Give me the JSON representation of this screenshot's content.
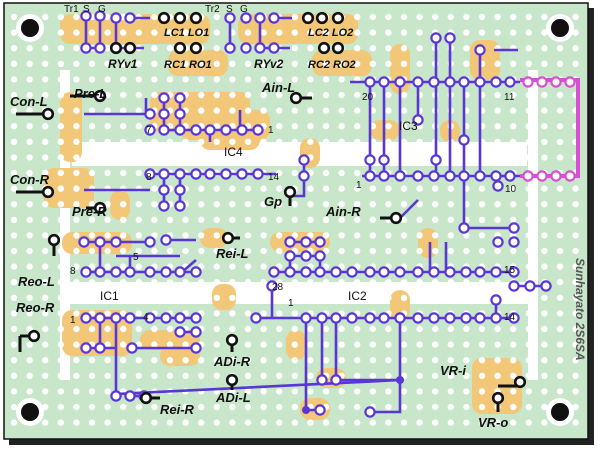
{
  "board": {
    "colors": {
      "pcb": "#c8e6c9",
      "hole": "#ffffff",
      "copper": "#f2c777",
      "trace": "#5a36d6",
      "magenta": "#d94fd2",
      "black": "#111111"
    },
    "credit": "Sunhayato 2S6SA",
    "pin_labels": {
      "tr1": "Tr1",
      "s1": "S",
      "g1": "G",
      "tr2": "Tr2",
      "s2": "S",
      "g2": "G",
      "n7": "7",
      "n1_ic4": "1",
      "n8_ic4": "8",
      "n14_ic4": "14",
      "n20": "20",
      "n11": "11",
      "n1_ic3": "1",
      "n10": "10",
      "n8_ic1": "8",
      "n5": "5",
      "n1_ic1": "1",
      "n4": "4",
      "n28": "28",
      "n15": "15",
      "n1_ic2": "1",
      "n14_ic2": "14"
    },
    "ic_labels": {
      "ic1": "IC1",
      "ic2": "IC2",
      "ic3": "IC3",
      "ic4": "IC4"
    },
    "labels": {
      "lc1lo1": "LC1 LO1",
      "lc2lo2": "LC2 LO2",
      "ryv1": "RYv1",
      "rc1ro1": "RC1 RO1",
      "ryv2": "RYv2",
      "rc2ro2": "RC2 RO2",
      "con_l": "Con-L",
      "pre_l": "Pre-L",
      "ain_l": "Ain-L",
      "con_r": "Con-R",
      "pre_r": "Pre-R",
      "gp": "Gp",
      "ain_r": "Ain-R",
      "rei_l": "Rei-L",
      "reo_l": "Reo-L",
      "reo_r": "Reo-R",
      "adi_r": "ADi-R",
      "adi_l": "ADi-L",
      "rei_r": "Rei-R",
      "vr_i": "VR-i",
      "vr_o": "VR-o"
    }
  }
}
